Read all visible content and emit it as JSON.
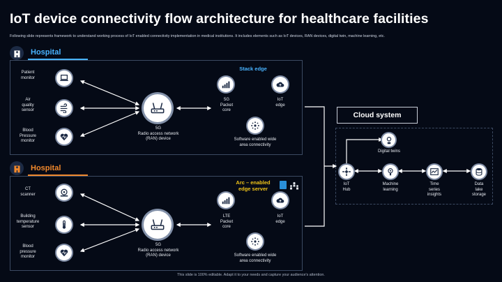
{
  "header": {
    "title": "IoT device connectivity flow architecture for healthcare facilities",
    "subtitle": "Following slide represents framework to understand working process of IoT enabled connectivity implementation in medical institutions. It includes elements such as IoT devices, RAN devices, digital twin, machine learning, etc."
  },
  "colors": {
    "accent_blue": "#48b3ff",
    "accent_orange": "#f0882c",
    "highlight_yellow": "#f0c419"
  },
  "hospital1": {
    "title": "Hospital",
    "devices": [
      {
        "label": "Patient\nmonitor",
        "icon": "laptop-icon"
      },
      {
        "label": "Air\nquality\nsensor",
        "icon": "air-sensor-icon"
      },
      {
        "label": "Blood\nPressure\nmonitor",
        "icon": "blood-pressure-icon"
      }
    ],
    "ran_label": "5G\nRadio access network\n(RAN) device",
    "edge_title": "Stack edge",
    "packet_label": "5G\nPacket\ncore",
    "iot_edge_label": "IoT\nedge",
    "wide_area_label": "Software enabled wide\narea connectivity"
  },
  "hospital2": {
    "title": "Hospital",
    "devices": [
      {
        "label": "CT\nscanner",
        "icon": "ct-scanner-icon"
      },
      {
        "label": "Building\ntemperature\nsensor",
        "icon": "thermometer-icon"
      },
      {
        "label": "Blood\npressure\nmonitor",
        "icon": "blood-pressure-icon"
      }
    ],
    "ran_label": "5G\nRadio access network\n(RAN) device",
    "edge_title": "Arc – enabled\nedge server",
    "packet_label": "LTE\nPacket\ncore",
    "iot_edge_label": "IoT\nedge",
    "wide_area_label": "Software enabled wide\narea connectivity"
  },
  "cloud": {
    "title": "Cloud system",
    "digital_twins": "Digital twins",
    "iot_hub": "IoT\nHub",
    "machine_learning": "Machine\nlearning",
    "time_series": "Time\nseries\ninsights",
    "data_lake": "Data\nlake\nstorage"
  },
  "footer": {
    "text": "This slide is 100% editable. Adapt it to your needs and capture your audience's attention."
  }
}
